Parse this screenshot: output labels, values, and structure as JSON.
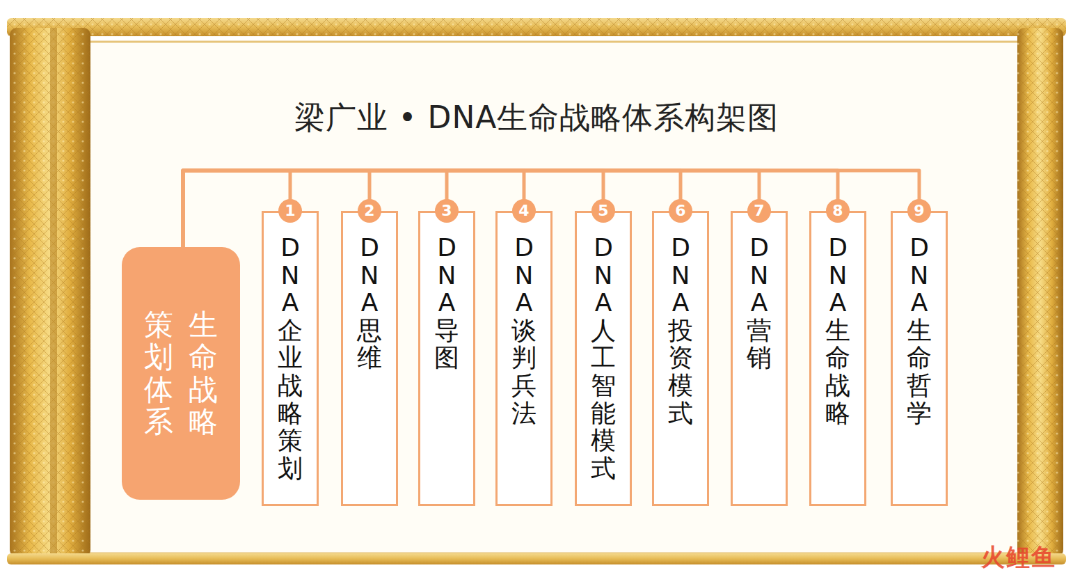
{
  "diagram": {
    "title": "梁广业 • DNA生命战略体系构架图",
    "nodes": [
      {
        "text": [
          "生命战略",
          "策划体系"
        ]
      },
      {
        "text": [
          "DNA企业战略策划"
        ]
      },
      {
        "text": [
          "DNA思维"
        ]
      },
      {
        "text": [
          "DNA导图"
        ]
      },
      {
        "text": [
          "DNA谈判兵法"
        ]
      },
      {
        "text": [
          "DNA人工智能模式"
        ]
      },
      {
        "text": [
          "DNA投资模式"
        ]
      },
      {
        "text": [
          "DNA营销"
        ]
      },
      {
        "text": [
          "DNA生命战略"
        ]
      },
      {
        "text": [
          "DNA生命哲学"
        ]
      }
    ],
    "edges": [
      {
        "from": 0,
        "to": 1,
        "arrow": "none"
      },
      {
        "from": 0,
        "to": 2,
        "arrow": "none"
      },
      {
        "from": 0,
        "to": 3,
        "arrow": "none"
      },
      {
        "from": 0,
        "to": 4,
        "arrow": "none"
      },
      {
        "from": 0,
        "to": 5,
        "arrow": "none"
      },
      {
        "from": 0,
        "to": 6,
        "arrow": "none"
      },
      {
        "from": 0,
        "to": 7,
        "arrow": "none"
      },
      {
        "from": 0,
        "to": 8,
        "arrow": "none"
      },
      {
        "from": 0,
        "to": 9,
        "arrow": "none"
      }
    ],
    "labels": [
      "1",
      "2",
      "3",
      "4",
      "5",
      "6",
      "7",
      "8",
      "9",
      "火鲤鱼"
    ]
  }
}
